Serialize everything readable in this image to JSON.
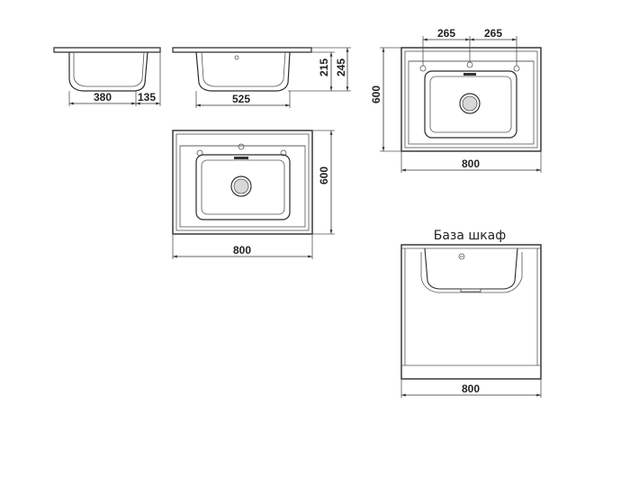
{
  "side_view_left": {
    "depth": "380",
    "overhang": "135"
  },
  "side_view_middle": {
    "width": "525",
    "bowl_height": "215",
    "total_height": "245"
  },
  "top_view_left": {
    "width": "800",
    "depth": "600"
  },
  "top_view_right": {
    "tap_spacing_left": "265",
    "tap_spacing_right": "265",
    "width": "800",
    "depth": "600"
  },
  "cabinet_view": {
    "caption": "База шкаф",
    "width": "800"
  }
}
